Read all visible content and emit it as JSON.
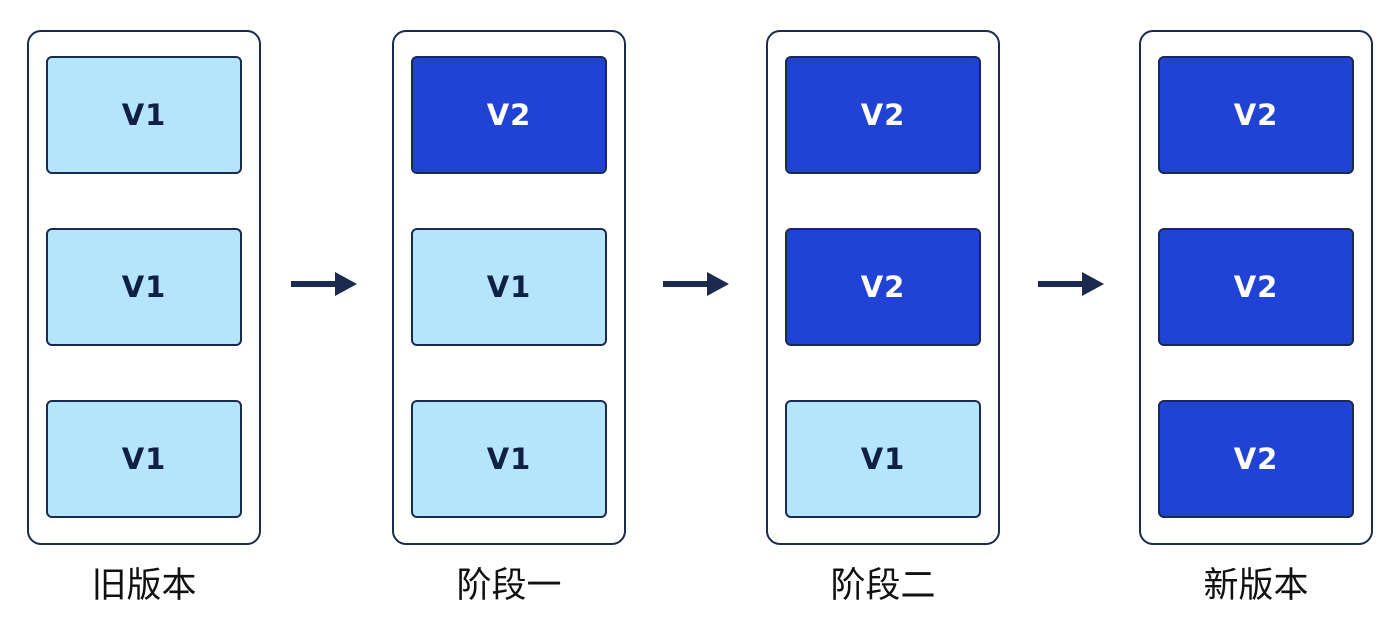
{
  "stages": [
    {
      "label": "旧版本",
      "boxes": [
        {
          "label": "V1"
        },
        {
          "label": "V1"
        },
        {
          "label": "V1"
        }
      ]
    },
    {
      "label": "阶段一",
      "boxes": [
        {
          "label": "V2"
        },
        {
          "label": "V1"
        },
        {
          "label": "V1"
        }
      ]
    },
    {
      "label": "阶段二",
      "boxes": [
        {
          "label": "V2"
        },
        {
          "label": "V2"
        },
        {
          "label": "V1"
        }
      ]
    },
    {
      "label": "新版本",
      "boxes": [
        {
          "label": "V2"
        },
        {
          "label": "V2"
        },
        {
          "label": "V2"
        }
      ]
    }
  ],
  "arrows": {
    "icon": "arrow-right-icon"
  },
  "colors": {
    "ink": "#1b2b4f",
    "old_fill": "#b5e5fc",
    "new_fill": "#2143d5",
    "old_text": "#0f1f45",
    "new_text": "#ffffff"
  }
}
